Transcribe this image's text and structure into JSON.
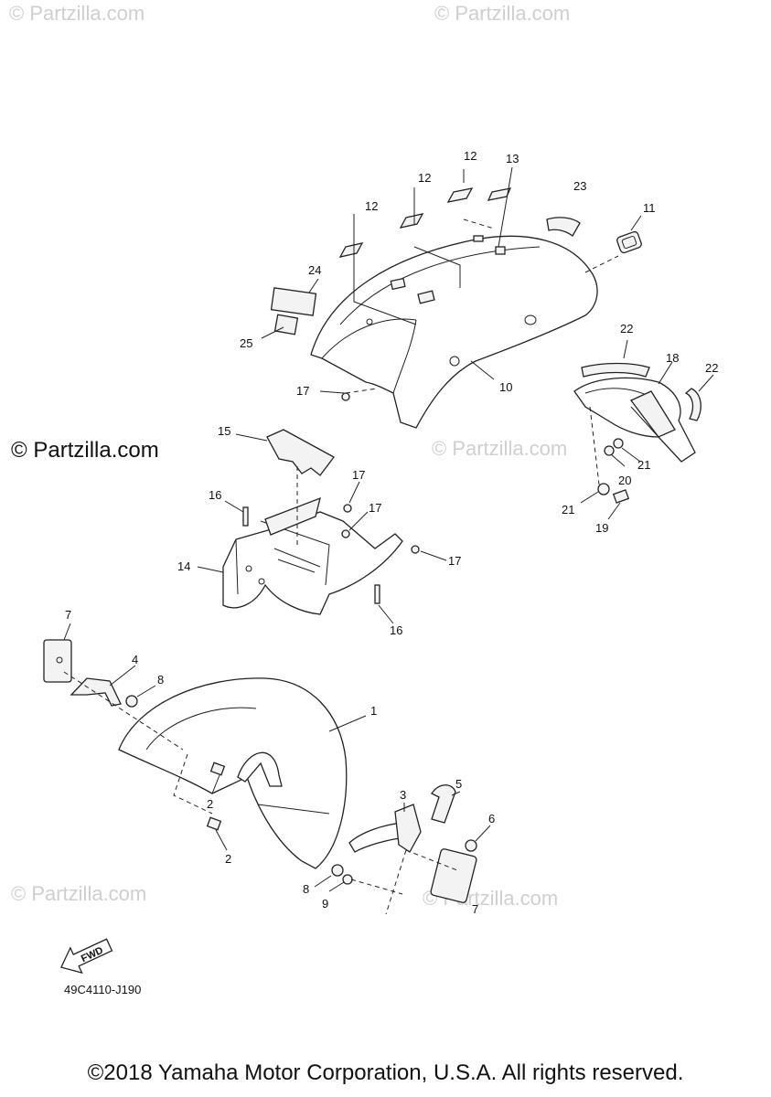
{
  "watermarks": {
    "site_small": "© Partzilla.com",
    "site_large": "© Partzilla.com"
  },
  "diagram_code": "49C4110-J190",
  "fwd_icon_label": "FWD",
  "copyright": "©2018 Yamaha Motor Corporation, U.S.A. All rights reserved.",
  "callouts": {
    "c1": "1",
    "c2a": "2",
    "c2b": "2",
    "c3": "3",
    "c4": "4",
    "c5": "5",
    "c6": "6",
    "c7a": "7",
    "c7b": "7",
    "c8a": "8",
    "c8b": "8",
    "c9": "9",
    "c10": "10",
    "c11": "11",
    "c12a": "12",
    "c12b": "12",
    "c12c": "12",
    "c13": "13",
    "c14": "14",
    "c15": "15",
    "c16a": "16",
    "c16b": "16",
    "c17a": "17",
    "c17b": "17",
    "c17c": "17",
    "c17d": "17",
    "c18": "18",
    "c19": "19",
    "c20": "20",
    "c21a": "21",
    "c21b": "21",
    "c22a": "22",
    "c22b": "22",
    "c23": "23",
    "c24": "24",
    "c25": "25"
  }
}
